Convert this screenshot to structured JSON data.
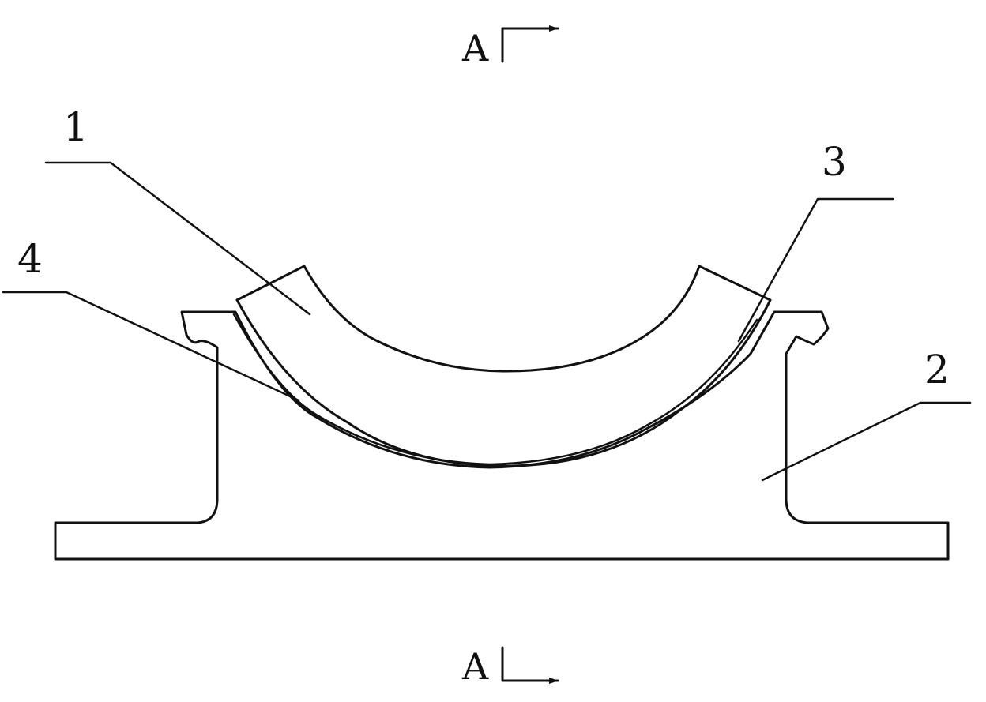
{
  "labels": {
    "part_1": "1",
    "part_2": "2",
    "part_3": "3",
    "part_4": "4",
    "section_top": "A",
    "section_bottom": "A"
  },
  "colors": {
    "ink": "#111111",
    "background": "#ffffff"
  }
}
